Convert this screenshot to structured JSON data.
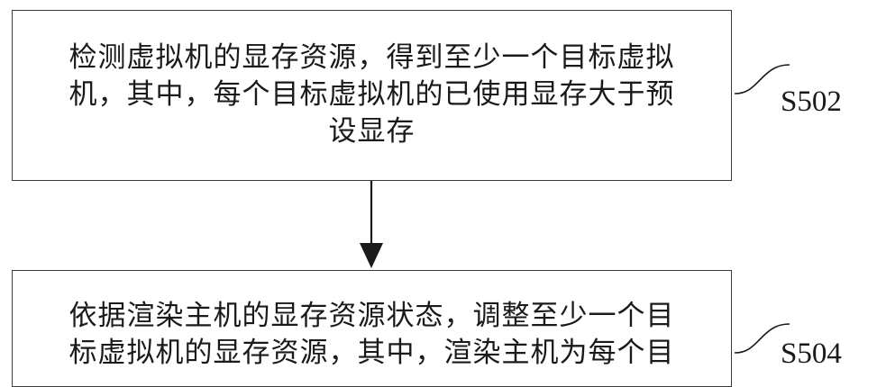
{
  "steps": [
    {
      "id": "S502",
      "lines": [
        "检测虚拟机的显存资源，得到至少一个目标虚拟",
        "机，其中，每个目标虚拟机的已使用显存大于预",
        "设显存"
      ]
    },
    {
      "id": "S504",
      "lines": [
        "依据渲染主机的显存资源状态，调整至少一个目",
        "标虚拟机的显存资源，其中，渲染主机为每个目"
      ]
    }
  ]
}
